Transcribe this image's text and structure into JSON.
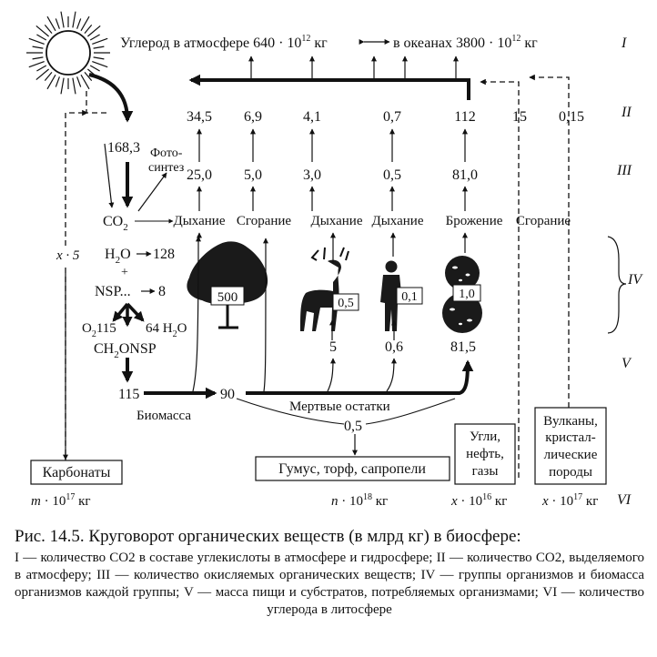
{
  "row_labels": [
    "I",
    "II",
    "III",
    "IV",
    "V",
    "VI"
  ],
  "row1": {
    "atmosphere_prefix": "Углерод в атмосфере 640 · 10",
    "atmosphere_exp": "12",
    "atmosphere_unit": "кг",
    "ocean_prefix": "в океанах 3800 · 10",
    "ocean_exp": "12",
    "ocean_unit": "кг"
  },
  "row2_values": [
    "34,5",
    "6,9",
    "4,1",
    "0,7",
    "112",
    "15",
    "0,15"
  ],
  "row3_values": [
    "25,0",
    "5,0",
    "3,0",
    "0,5",
    "81,0"
  ],
  "processes": [
    "Дыхание",
    "Сгорание",
    "Дыхание",
    "Дыхание",
    "Брожение",
    "Сгорание"
  ],
  "photosynthesis": {
    "value": "168,3",
    "line1": "Фото-",
    "line2": "синтез"
  },
  "chemistry": {
    "co2": "CO",
    "co2_sub": "2",
    "h2o": "H",
    "h2o_sub": "2",
    "h2o_rest": "O",
    "h2o_value": "128",
    "plus": "+",
    "nsp": "NSP...",
    "nsp_value": "8",
    "o2_label": "O",
    "o2_sub": "2",
    "o2_value": "115",
    "h2o2_value": "64 H",
    "h2o2_sub": "2",
    "h2o2_rest": "O",
    "ch2onsp_a": "CH",
    "ch2onsp_sub": "2",
    "ch2onsp_b": "ONSP"
  },
  "carbonate_loop_label": "x · 5",
  "biomass_values": [
    "500",
    "0,5",
    "0,1",
    "1,0"
  ],
  "food_values": [
    "5",
    "0,6",
    "81,5"
  ],
  "flow": {
    "biomass_value": "115",
    "biomass_label": "Биомасса",
    "dead_value": "90",
    "dead_label": "Мертвые остатки",
    "humus_value": "0,5"
  },
  "reservoirs": {
    "carbonates": "Карбонаты",
    "humus": "Гумус, торф, сапропели",
    "fuels": [
      "Угли,",
      "нефть,",
      "газы"
    ],
    "volcanoes": [
      "Вулканы,",
      "кристал-",
      "лические",
      "породы"
    ]
  },
  "lithosphere": [
    {
      "var": "m",
      "text": " · 10",
      "exp": "17",
      "unit": " кг"
    },
    {
      "var": "n",
      "text": " · 10",
      "exp": "18",
      "unit": " кг"
    },
    {
      "var": "x",
      "text": " · 10",
      "exp": "16",
      "unit": " кг"
    },
    {
      "var": "x",
      "text": " · 10",
      "exp": "17",
      "unit": " кг"
    }
  ],
  "caption": {
    "title": "Рис. 14.5. Круговорот органических веществ (в млрд кг) в биосфере:",
    "legend": "I — количество CO2 в составе углекислоты в атмосфере и гидросфере; II — количество CO2, выделяемого в атмосферу; III — количество окисляемых органических веществ; IV — группы организмов и биомасса организмов каждой группы; V — масса пищи и субстратов, потребляемых организмами; VI — количество углерода в литосфере"
  }
}
